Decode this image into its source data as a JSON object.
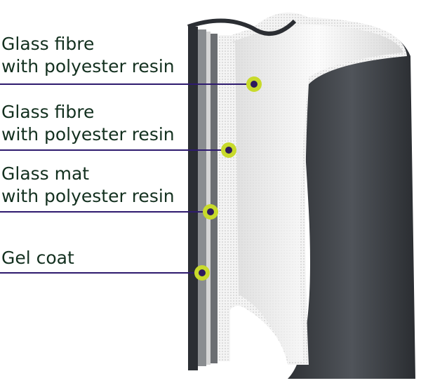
{
  "layers": [
    {
      "line1": "Glass fibre",
      "line2": "with polyester resin"
    },
    {
      "line1": "Glass fibre",
      "line2": "with polyester resin"
    },
    {
      "line1": "Glass mat",
      "line2": "with polyester resin"
    },
    {
      "line1": "Gel coat",
      "line2": ""
    }
  ],
  "colors": {
    "text": "#13301f",
    "leader": "#2e1a6e",
    "marker_ring": "#c8da2b",
    "marker_center": "#2e1a5e",
    "pipe_outer": "#3a3d42",
    "pipe_inner": "#f2f2f2"
  }
}
